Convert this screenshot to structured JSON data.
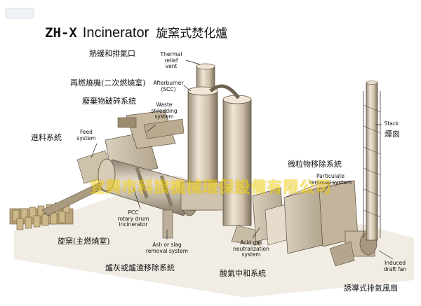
{
  "title": {
    "code": "ZH-X",
    "english": "Incinerator",
    "chinese": "旋窯式焚化爐"
  },
  "labels": {
    "thermal_relief_vent": {
      "en": "Thermal\nrelief\nvent",
      "zh": "熱緩和排氣口"
    },
    "afterburner": {
      "en": "Afterburner\n(SCC)",
      "zh": "再燃燒機(二次燃燒室)"
    },
    "waste_shredding": {
      "en": "Waste\nshredding\nsystem",
      "zh": "廢棄物破碎系統"
    },
    "feed_system": {
      "en": "Feed\nsystem",
      "zh": "進料系統"
    },
    "stack": {
      "en": "Stack",
      "zh": "煙囪"
    },
    "particulate_removal": {
      "en": "Particulate\nremoval system",
      "zh": "微粒物移除系統"
    },
    "pcc": {
      "en": "PCC\nrotary drum\nincinerator",
      "zh": "旋窯(主燃燒室)"
    },
    "ash_removal": {
      "en": "Ash or slag\nremoval system",
      "zh": "爐灰或爐渣移除系統"
    },
    "acid_gas": {
      "en": "Acid gas\nneutralization\nsystem",
      "zh": "酸氣中和系統"
    },
    "draft_fan": {
      "en": "Induced\ndraft fan",
      "zh": "誘導式排氣風扇"
    }
  },
  "watermark": "宜興市科旗機械環保設備有限公司"
}
